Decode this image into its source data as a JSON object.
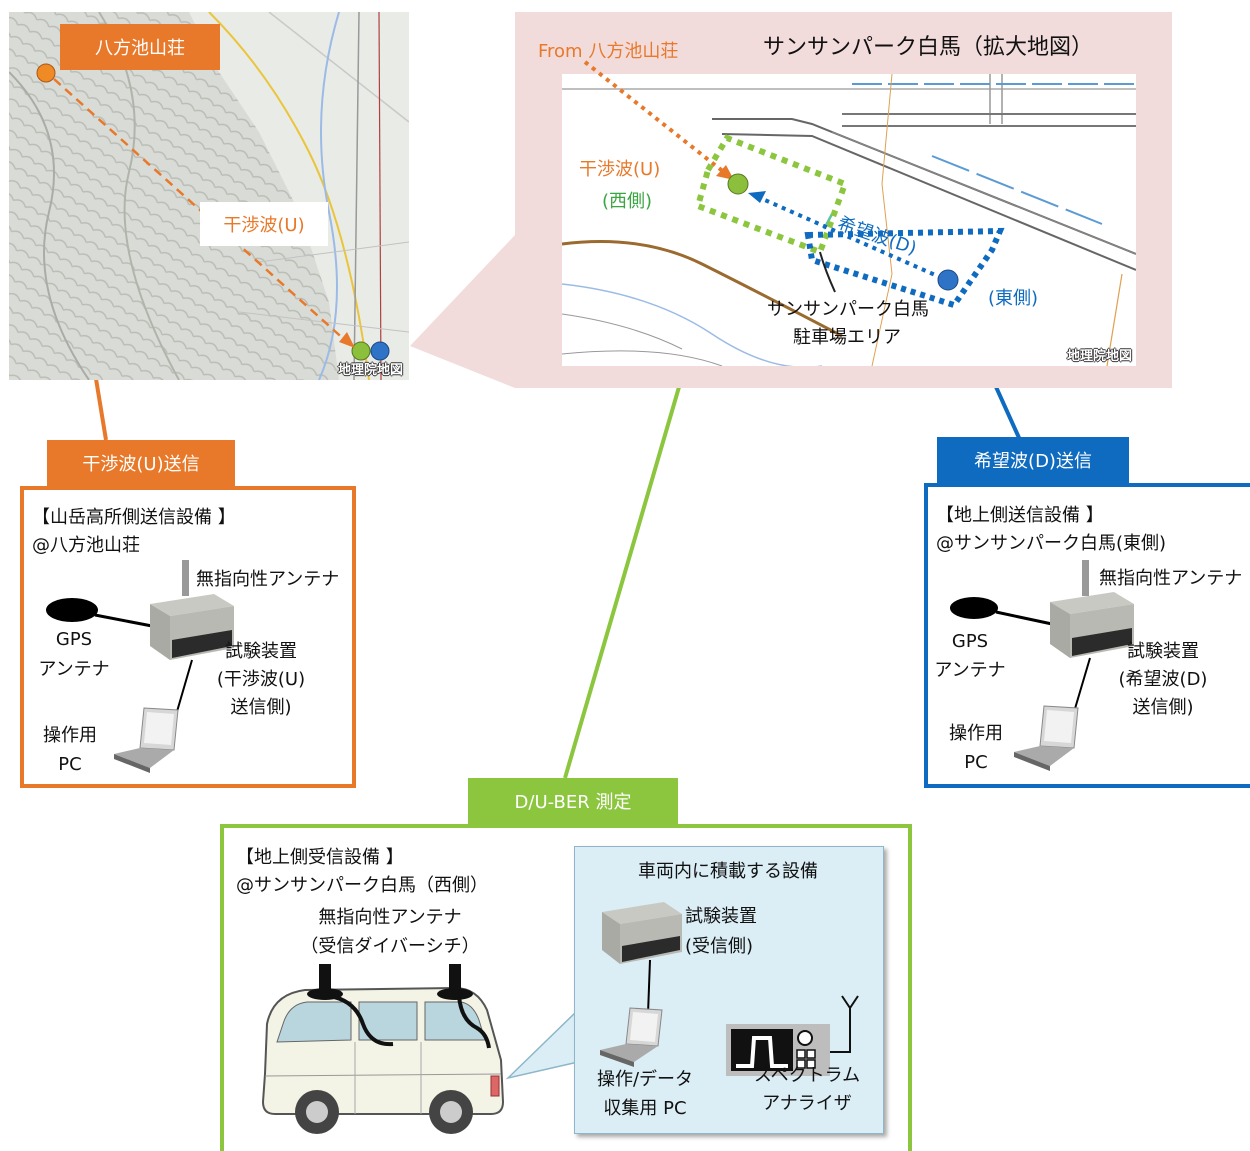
{
  "colors": {
    "orange": "#e8792a",
    "blue": "#0f6bbf",
    "green": "#8cc63f",
    "pink_bg": "#f2dcdb",
    "vehicle_panel": "#dbeef6"
  },
  "area_map": {
    "hachipo_label": "八方池山荘",
    "interference_label": "干渉波(U)",
    "gsi_credit": "地理院地図"
  },
  "zoom_map": {
    "title": "サンサンパーク白馬（拡大地図）",
    "from_label": "From 八方池山荘",
    "west_label_1": "干渉波(U)",
    "west_label_2": "(西側)",
    "desired_label": "希望波(D)",
    "east_label": "(東側)",
    "parking_label_1": "サンサンパーク白馬",
    "parking_label_2": "駐車場エリア",
    "gsi_credit": "地理院地図"
  },
  "tx_u": {
    "header": "干渉波(U)送信",
    "facility_1": "【山岳高所側送信設備 】",
    "facility_2": "@八方池山荘",
    "antenna": "無指向性アンテナ",
    "gps_1": "GPS",
    "gps_2": "アンテナ",
    "device_1": "試験装置",
    "device_2": "(干渉波(U)",
    "device_3": "送信側)",
    "pc_1": "操作用",
    "pc_2": "PC"
  },
  "tx_d": {
    "header": "希望波(D)送信",
    "facility_1": "【地上側送信設備 】",
    "facility_2": "@サンサンパーク白馬(東側)",
    "antenna": "無指向性アンテナ",
    "gps_1": "GPS",
    "gps_2": "アンテナ",
    "device_1": "試験装置",
    "device_2": "(希望波(D)",
    "device_3": "送信側)",
    "pc_1": "操作用",
    "pc_2": "PC"
  },
  "rx": {
    "header": "D/U-BER 測定",
    "facility_1": "【地上側受信設備 】",
    "facility_2": "@サンサンパーク白馬（西側）",
    "antenna_1": "無指向性アンテナ",
    "antenna_2": "（受信ダイバーシチ）",
    "vehicle_title": "車両内に積載する設備",
    "device_1": "試験装置",
    "device_2": "(受信側)",
    "pc_1": "操作/データ",
    "pc_2": "収集用 PC",
    "sa_1": "スペクトラム",
    "sa_2": "アナライザ"
  }
}
